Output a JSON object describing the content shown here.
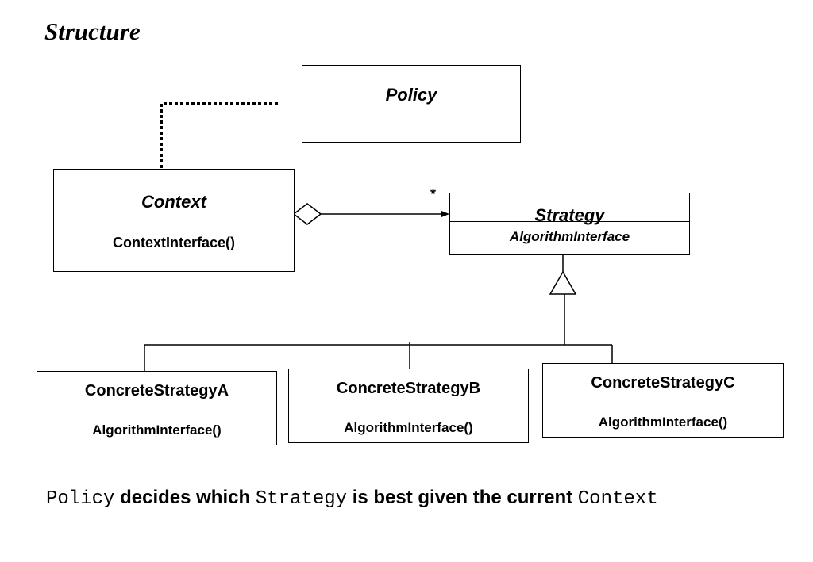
{
  "heading": "Structure",
  "policy": {
    "name": "Policy"
  },
  "context": {
    "name": "Context",
    "operation": "ContextInterface()"
  },
  "strategy": {
    "name": "Strategy",
    "operation": "AlgorithmInterface",
    "multiplicity": "*"
  },
  "concrete": [
    {
      "name": "ConcreteStrategyA",
      "operation": "AlgorithmInterface()"
    },
    {
      "name": "ConcreteStrategyB",
      "operation": "AlgorithmInterface()"
    },
    {
      "name": "ConcreteStrategyC",
      "operation": "AlgorithmInterface()"
    }
  ],
  "caption": {
    "term1": "Policy",
    "text1": " decides which ",
    "term2": "Strategy",
    "text2": " is best given the current ",
    "term3": "Context"
  }
}
